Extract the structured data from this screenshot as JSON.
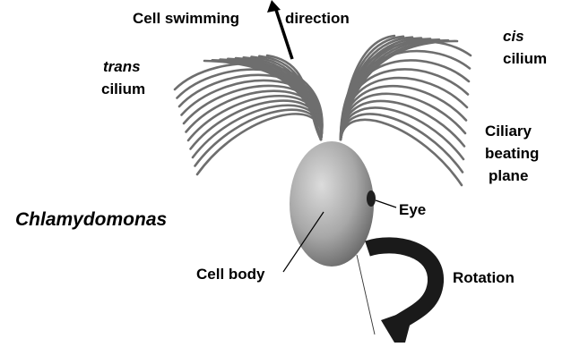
{
  "labels": {
    "swim_direction_part1": "Cell swimming",
    "swim_direction_part2": "direction",
    "cis_line1": "cis",
    "cis_line2": "cilium",
    "trans_line1": "trans",
    "trans_line2": "cilium",
    "ciliary_line1": "Ciliary",
    "ciliary_line2": "beating",
    "ciliary_line3": "plane",
    "eye": "Eye",
    "organism": "Chlamydomonas",
    "cell_body": "Cell body",
    "rotation": "Rotation"
  },
  "colors": {
    "cilia": "#6e6e6e",
    "cell_body_light": "#d6d6d6",
    "cell_body_dark": "#6a6a6a",
    "rotation_arrow": "#1a1a1a",
    "eye": "#202020"
  }
}
